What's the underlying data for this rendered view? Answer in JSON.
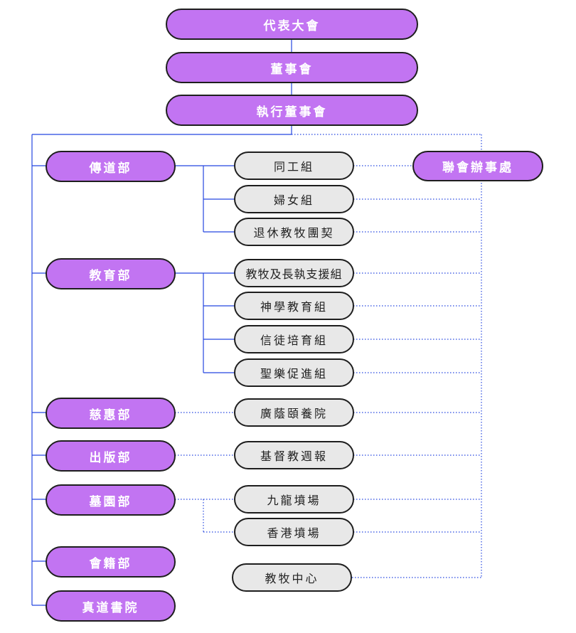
{
  "colors": {
    "purple_fill": "#c274f2",
    "gray_fill": "#e8e8e8",
    "connector_blue": "#2546e0",
    "border": "#1e1e1e"
  },
  "top": {
    "assembly": "代表大會",
    "board": "董事會",
    "executive": "執行董事會"
  },
  "liaison_office": "聯會辦事處",
  "departments": {
    "evangelism": "傳道部",
    "education": "教育部",
    "welfare": "慈惠部",
    "publishing": "出版部",
    "cemetery": "墓園部",
    "membership": "會籍部",
    "seminary": "真道書院"
  },
  "units": {
    "coworkers": "同工組",
    "women": "婦女組",
    "retired_pastors": "退休教牧團契",
    "pastoral_support": "教牧及長執支援組",
    "theology": "神學教育組",
    "discipleship": "信徒培育組",
    "sacred_music": "聖樂促進組",
    "nursing_home": "廣蔭頤養院",
    "weekly": "基督教週報",
    "kowloon_cemetery": "九龍墳場",
    "hk_cemetery": "香港墳場",
    "pastoral_centre": "教牧中心"
  }
}
